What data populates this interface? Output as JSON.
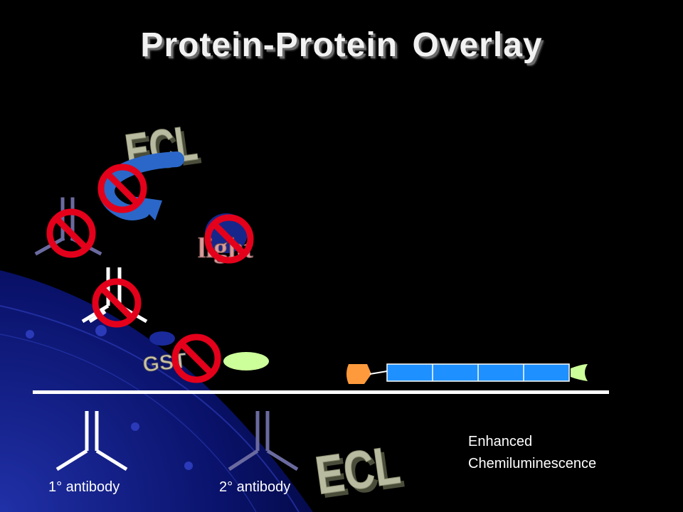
{
  "slide": {
    "title": "Protein-Protein Overlay",
    "colors": {
      "background": "#000000",
      "accent_blue": "#1a2a9a",
      "primary_antibody": "#ffffff",
      "secondary_antibody": "#6a6aa0",
      "prohibit_red": "#e4001b",
      "membrane": "#ffffff",
      "bait_bar": "#1e90ff",
      "prey_green": "#ccff99",
      "end_orange": "#ff9a3c"
    },
    "graphics": {
      "ecl_3d_text": "ECL",
      "light_text": "light",
      "gst_text": "GST",
      "arrow_icon": "curved-arrow-icon"
    },
    "legend": {
      "primary": "1° antibody",
      "secondary": "2° antibody",
      "ecl_line1": "Enhanced",
      "ecl_line2": "Chemiluminescence"
    }
  }
}
